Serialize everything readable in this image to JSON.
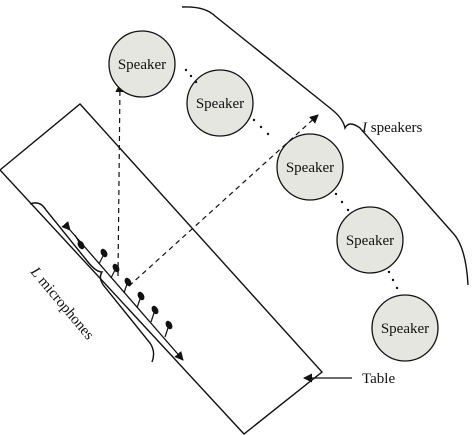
{
  "diagram": {
    "speaker_label": "Speaker",
    "speakers": [
      "Speaker",
      "Speaker",
      "Speaker",
      "Speaker",
      "Speaker"
    ],
    "speakers_brace_label": {
      "italic": "I",
      "rest": " speakers"
    },
    "microphones_brace_label": {
      "italic": "L",
      "rest": " microphones"
    },
    "table_label": "Table",
    "colors": {
      "speaker_fill": "#e6e6e0",
      "stroke": "#111111"
    },
    "icons": [
      "microphone-icon",
      "speaker-node"
    ]
  }
}
